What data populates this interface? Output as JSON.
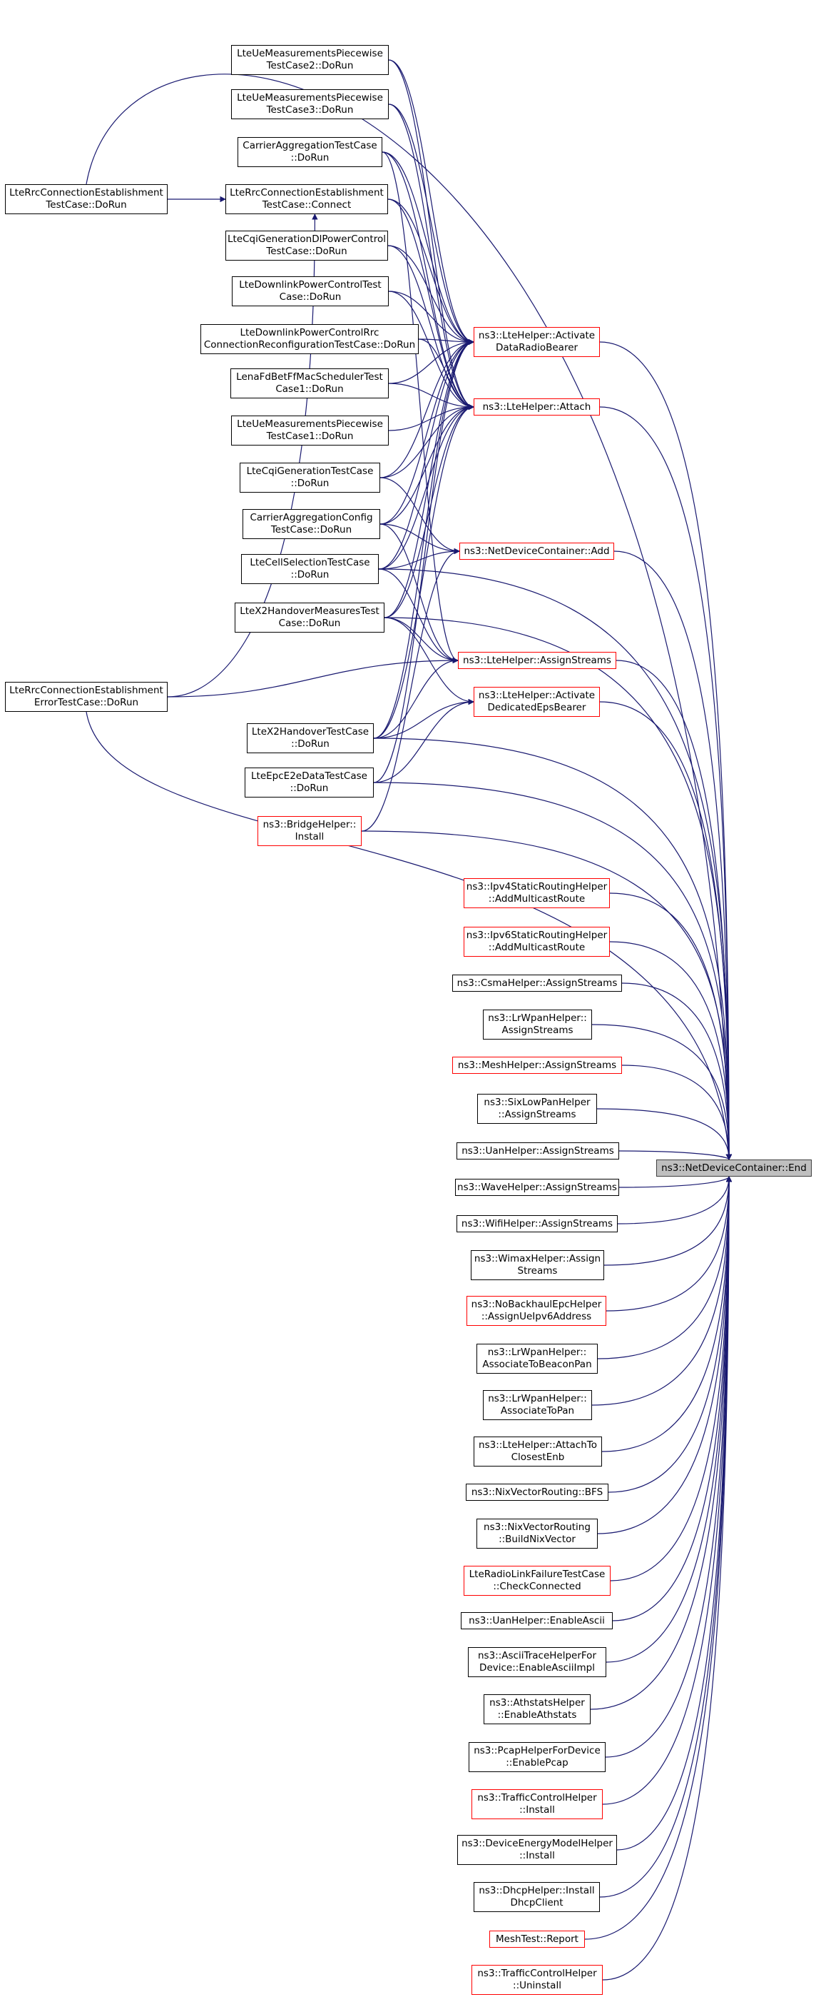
{
  "colors": {
    "edge": "#191970",
    "black_border": "#000000",
    "red_border": "#ff0000",
    "focus_fill": "#bfbfbf"
  },
  "nodes": {
    "pw2": {
      "lines": [
        "LteUeMeasurementsPiecewise",
        "TestCase2::DoRun"
      ],
      "border": "black"
    },
    "pw3": {
      "lines": [
        "LteUeMeasurementsPiecewise",
        "TestCase3::DoRun"
      ],
      "border": "black"
    },
    "ca": {
      "lines": [
        "CarrierAggregationTestCase",
        "::DoRun"
      ],
      "border": "black"
    },
    "rrcest": {
      "lines": [
        "LteRrcConnectionEstablishment",
        "TestCase::DoRun"
      ],
      "border": "black"
    },
    "rrcconn": {
      "lines": [
        "LteRrcConnectionEstablishment",
        "TestCase::Connect"
      ],
      "border": "black"
    },
    "cqidl": {
      "lines": [
        "LteCqiGenerationDlPowerControl",
        "TestCase::DoRun"
      ],
      "border": "black"
    },
    "dlpc": {
      "lines": [
        "LteDownlinkPowerControlTest",
        "Case::DoRun"
      ],
      "border": "black"
    },
    "dlpcrrc": {
      "lines": [
        "LteDownlinkPowerControlRrc",
        "ConnectionReconfigurationTestCase::DoRun"
      ],
      "border": "black"
    },
    "lena": {
      "lines": [
        "LenaFdBetFfMacSchedulerTest",
        "Case1::DoRun"
      ],
      "border": "black"
    },
    "pw1": {
      "lines": [
        "LteUeMeasurementsPiecewise",
        "TestCase1::DoRun"
      ],
      "border": "black"
    },
    "cqigen": {
      "lines": [
        "LteCqiGenerationTestCase",
        "::DoRun"
      ],
      "border": "black"
    },
    "cacfg": {
      "lines": [
        "CarrierAggregationConfig",
        "TestCase::DoRun"
      ],
      "border": "black"
    },
    "cellsel": {
      "lines": [
        "LteCellSelectionTestCase",
        "::DoRun"
      ],
      "border": "black"
    },
    "x2meas": {
      "lines": [
        "LteX2HandoverMeasuresTest",
        "Case::DoRun"
      ],
      "border": "black"
    },
    "rrcerr": {
      "lines": [
        "LteRrcConnectionEstablishment",
        "ErrorTestCase::DoRun"
      ],
      "border": "black"
    },
    "x2ho": {
      "lines": [
        "LteX2HandoverTestCase",
        "::DoRun"
      ],
      "border": "black"
    },
    "epc": {
      "lines": [
        "LteEpcE2eDataTestCase",
        "::DoRun"
      ],
      "border": "black"
    },
    "bridge": {
      "lines": [
        "ns3::BridgeHelper::",
        "Install"
      ],
      "border": "red"
    },
    "activate": {
      "lines": [
        "ns3::LteHelper::Activate",
        "DataRadioBearer"
      ],
      "border": "red"
    },
    "attach": {
      "lines": [
        "ns3::LteHelper::Attach"
      ],
      "border": "red"
    },
    "add": {
      "lines": [
        "ns3::NetDeviceContainer::Add"
      ],
      "border": "red"
    },
    "ltestreams": {
      "lines": [
        "ns3::LteHelper::AssignStreams"
      ],
      "border": "red"
    },
    "epsbearer": {
      "lines": [
        "ns3::LteHelper::Activate",
        "DedicatedEpsBearer"
      ],
      "border": "red"
    },
    "ipv4mc": {
      "lines": [
        "ns3::Ipv4StaticRoutingHelper",
        "::AddMulticastRoute"
      ],
      "border": "red"
    },
    "ipv6mc": {
      "lines": [
        "ns3::Ipv6StaticRoutingHelper",
        "::AddMulticastRoute"
      ],
      "border": "red"
    },
    "csma": {
      "lines": [
        "ns3::CsmaHelper::AssignStreams"
      ],
      "border": "black"
    },
    "lrwpanstreams": {
      "lines": [
        "ns3::LrWpanHelper::",
        "AssignStreams"
      ],
      "border": "black"
    },
    "mesh": {
      "lines": [
        "ns3::MeshHelper::AssignStreams"
      ],
      "border": "red"
    },
    "sixlow": {
      "lines": [
        "ns3::SixLowPanHelper",
        "::AssignStreams"
      ],
      "border": "black"
    },
    "uanstreams": {
      "lines": [
        "ns3::UanHelper::AssignStreams"
      ],
      "border": "black"
    },
    "wave": {
      "lines": [
        "ns3::WaveHelper::AssignStreams"
      ],
      "border": "black"
    },
    "wifi": {
      "lines": [
        "ns3::WifiHelper::AssignStreams"
      ],
      "border": "black"
    },
    "wimax": {
      "lines": [
        "ns3::WimaxHelper::Assign",
        "Streams"
      ],
      "border": "black"
    },
    "nobackhaul": {
      "lines": [
        "ns3::NoBackhaulEpcHelper",
        "::AssignUeIpv6Address"
      ],
      "border": "red"
    },
    "beacon": {
      "lines": [
        "ns3::LrWpanHelper::",
        "AssociateToBeaconPan"
      ],
      "border": "black"
    },
    "assocpan": {
      "lines": [
        "ns3::LrWpanHelper::",
        "AssociateToPan"
      ],
      "border": "black"
    },
    "closest": {
      "lines": [
        "ns3::LteHelper::AttachTo",
        "ClosestEnb"
      ],
      "border": "black"
    },
    "bfs": {
      "lines": [
        "ns3::NixVectorRouting::BFS"
      ],
      "border": "black"
    },
    "buildnix": {
      "lines": [
        "ns3::NixVectorRouting",
        "::BuildNixVector"
      ],
      "border": "black"
    },
    "rlf": {
      "lines": [
        "LteRadioLinkFailureTestCase",
        "::CheckConnected"
      ],
      "border": "red"
    },
    "uanascii": {
      "lines": [
        "ns3::UanHelper::EnableAscii"
      ],
      "border": "black"
    },
    "asciitrace": {
      "lines": [
        "ns3::AsciiTraceHelperFor",
        "Device::EnableAsciiImpl"
      ],
      "border": "black"
    },
    "athstats": {
      "lines": [
        "ns3::AthstatsHelper",
        "::EnableAthstats"
      ],
      "border": "black"
    },
    "pcap": {
      "lines": [
        "ns3::PcapHelperForDevice",
        "::EnablePcap"
      ],
      "border": "black"
    },
    "tcinstall": {
      "lines": [
        "ns3::TrafficControlHelper",
        "::Install"
      ],
      "border": "red"
    },
    "energy": {
      "lines": [
        "ns3::DeviceEnergyModelHelper",
        "::Install"
      ],
      "border": "black"
    },
    "dhcp": {
      "lines": [
        "ns3::DhcpHelper::Install",
        "DhcpClient"
      ],
      "border": "black"
    },
    "meshreport": {
      "lines": [
        "MeshTest::Report"
      ],
      "border": "red"
    },
    "tcuninstall": {
      "lines": [
        "ns3::TrafficControlHelper",
        "::Uninstall"
      ],
      "border": "red"
    },
    "end": {
      "lines": [
        "ns3::NetDeviceContainer::End"
      ],
      "border": "focus"
    }
  }
}
